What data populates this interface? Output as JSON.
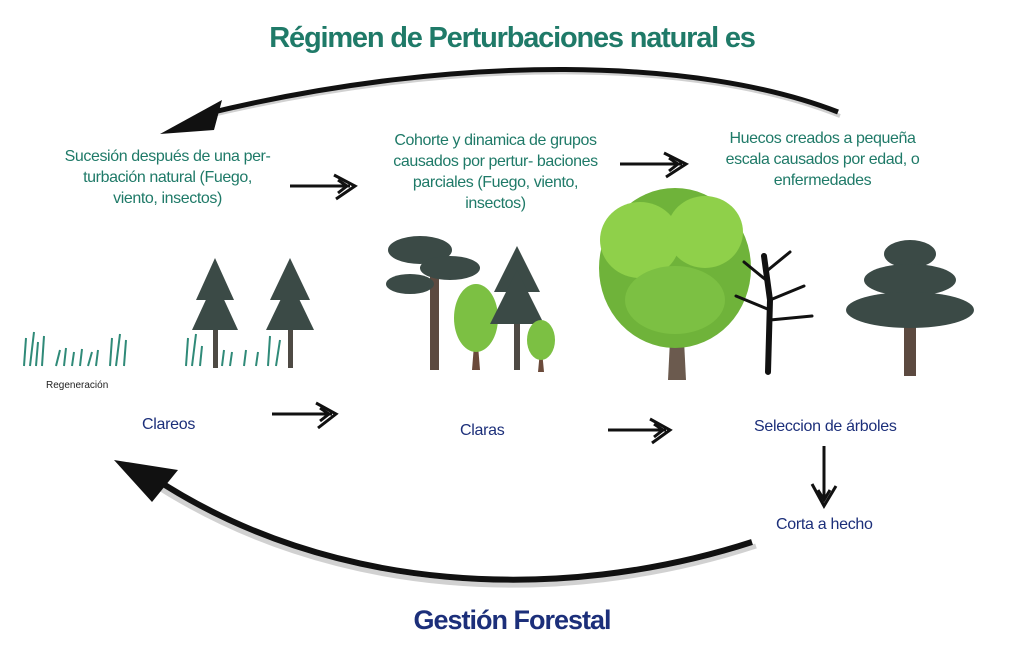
{
  "title": "Régimen de Perturbaciones  natural es",
  "footer": "Gestión Forestal",
  "natural_labels": {
    "succession": "Sucesión después de una per- turbación natural (Fuego, viento, insectos)",
    "cohort": "Cohorte y dinamica de grupos causados por pertur- baciones parciales (Fuego, viento, insectos)",
    "gaps": "Huecos creados a pequeña escala causados por edad, o enfermedades"
  },
  "management_labels": {
    "regeneration": "Regeneración",
    "clareos": "Clareos",
    "claras": "Claras",
    "selection": "Seleccion de árboles",
    "clearcut": "Corta a hecho"
  },
  "colors": {
    "title_teal": "#1f7a68",
    "footer_navy": "#1c2f7a",
    "conifer": "#3b4a46",
    "leaf_green": "#7cc043",
    "trunk": "#6b4a3a"
  }
}
